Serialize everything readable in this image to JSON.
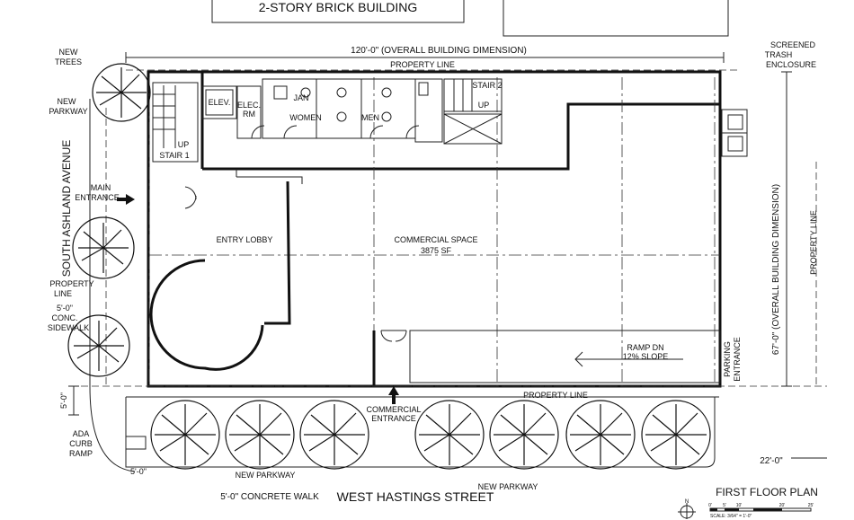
{
  "labels": {
    "top_building": "2-STORY BRICK BUILDING",
    "overall_width": "120'-0\" (OVERALL BUILDING DIMENSION)",
    "property_line_top": "PROPERTY LINE",
    "new_trees": [
      "NEW",
      "TREES"
    ],
    "new_parkway_left": [
      "NEW",
      "PARKWAY"
    ],
    "street_left": "SOUTH ASHLAND AVENUE",
    "main_entrance": [
      "MAIN",
      "ENTRANCE"
    ],
    "property_line_left": [
      "PROPERTY",
      "LINE"
    ],
    "sidewalk": [
      "5'-0\"",
      "CONC.",
      "SIDEWALK"
    ],
    "dim_5ft_vertical": "5'-0\"",
    "ada_curb_ramp": [
      "ADA",
      "CURB",
      "RAMP"
    ],
    "dim_5ft_bottom": "5'-0\"",
    "stair1": "STAIR 1",
    "stair2": "STAIR 2",
    "up": "UP",
    "elev": "ELEV.",
    "elec_rm": [
      "ELEC.",
      "RM"
    ],
    "jan": "JAN",
    "women": "WOMEN",
    "men": "MEN",
    "entry_lobby": "ENTRY LOBBY",
    "commercial_space": "COMMERCIAL SPACE",
    "commercial_area": "3875 SF",
    "ramp": [
      "RAMP DN",
      "12% SLOPE"
    ],
    "parking_entrance": [
      "PARKING",
      "ENTRANCE"
    ],
    "property_line_bottom": "PROPERTY LINE",
    "commercial_entrance": [
      "COMMERCIAL",
      "ENTRANCE"
    ],
    "new_parkway_bottom_left": "NEW PARKWAY",
    "concrete_walk": "5'-0\" CONCRETE WALK",
    "street_bottom": "WEST HASTINGS STREET",
    "new_parkway_bottom_right": "NEW PARKWAY",
    "screened_trash": [
      "SCREENED",
      "TRASH",
      "ENCLOSURE"
    ],
    "overall_depth": "67'-0\" (OVERALL BUILDING DIMENSION)",
    "property_line_right": "PROPERTY LINE",
    "dim_22ft": "22'-0\"",
    "title": "FIRST FLOOR PLAN",
    "scale": "SCALE: 3/64\" = 1'-0\"",
    "north": "N",
    "scale_ticks": [
      "0'",
      "5'",
      "10'",
      "20'",
      "25'"
    ]
  }
}
